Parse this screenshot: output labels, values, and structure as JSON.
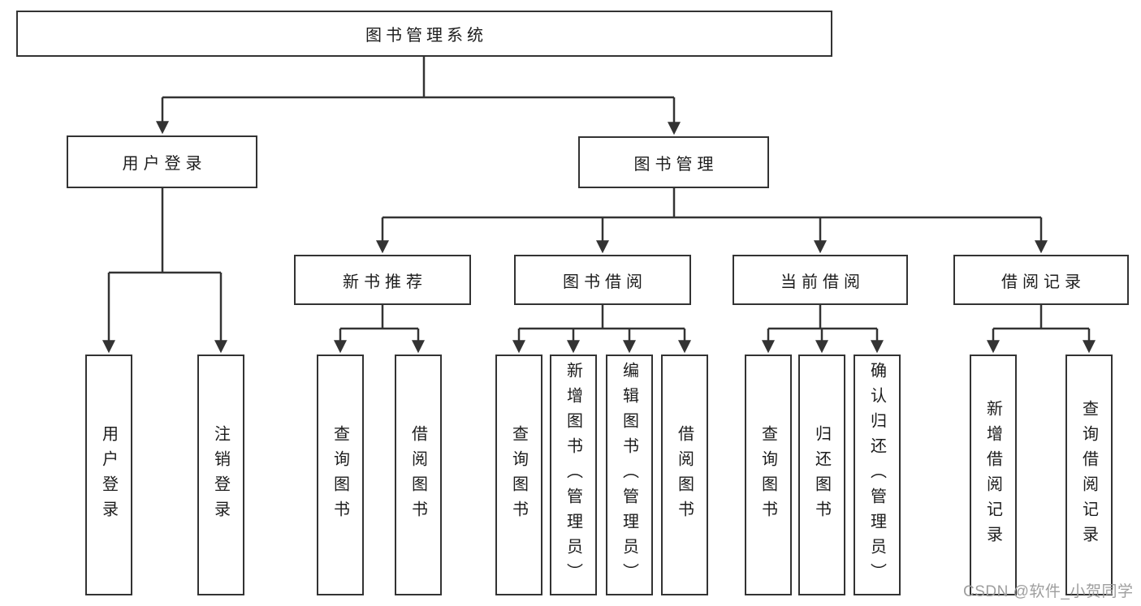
{
  "tree": {
    "label": "图书管理系统",
    "children": [
      {
        "label": "用户登录",
        "children": [
          {
            "label": "用户登录"
          },
          {
            "label": "注销登录"
          }
        ]
      },
      {
        "label": "图书管理",
        "children": [
          {
            "label": "新书推荐",
            "children": [
              {
                "label": "查询图书"
              },
              {
                "label": "借阅图书"
              }
            ]
          },
          {
            "label": "图书借阅",
            "children": [
              {
                "label": "查询图书"
              },
              {
                "label": "新增图书（管理员）"
              },
              {
                "label": "编辑图书（管理员）"
              },
              {
                "label": "借阅图书"
              }
            ]
          },
          {
            "label": "当前借阅",
            "children": [
              {
                "label": "查询图书"
              },
              {
                "label": "归还图书"
              },
              {
                "label": "确认归还（管理员）"
              }
            ]
          },
          {
            "label": "借阅记录",
            "children": [
              {
                "label": "新增借阅记录"
              },
              {
                "label": "查询借阅记录"
              }
            ]
          }
        ]
      }
    ]
  },
  "watermark": "CSDN @软件_小贺同学",
  "colors": {
    "line": "#333333",
    "box_border": "#333333",
    "box_fill": "#ffffff",
    "text": "#1c1c1c",
    "watermark_text": "#9e9e9e",
    "background": "#ffffff"
  }
}
